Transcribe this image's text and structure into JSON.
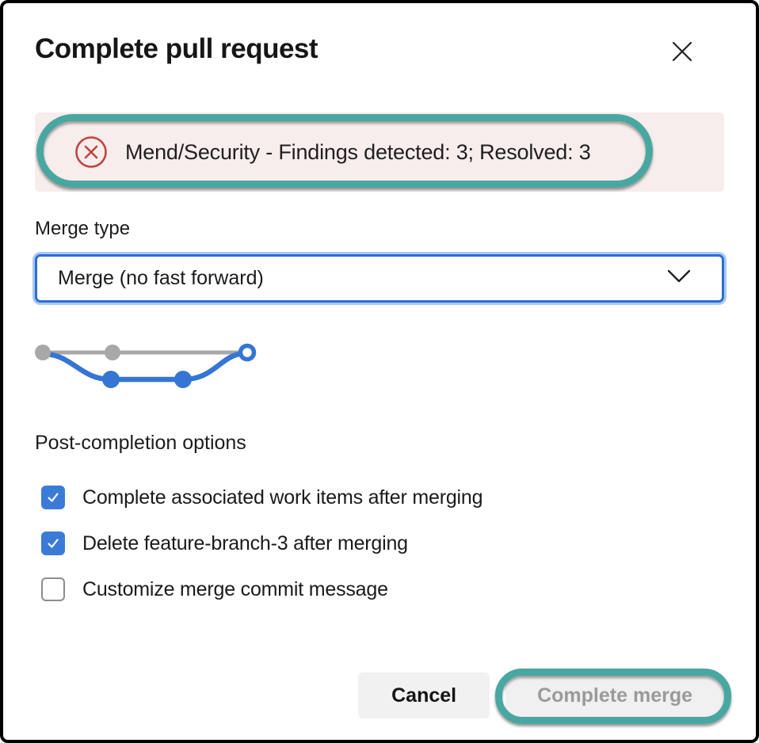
{
  "dialog": {
    "title": "Complete pull request",
    "close_icon": "x-close"
  },
  "alert": {
    "icon": "error-circle-x-icon",
    "message": "Mend/Security - Findings detected: 3; Resolved: 3",
    "background": "#f7edec",
    "icon_color": "#c0443f"
  },
  "merge_type": {
    "label": "Merge type",
    "selected": "Merge (no fast forward)",
    "dropdown_icon": "chevron-down-icon"
  },
  "merge_graph": {
    "description": "git merge no-fast-forward diagram: gray mainline with two gray commits, blue feature branch with two blue commits merging back into an open merge commit",
    "gray": "#a8a8a8",
    "blue": "#3575d3"
  },
  "post_completion": {
    "label": "Post-completion options",
    "options": [
      {
        "label": "Complete associated work items after merging",
        "checked": true
      },
      {
        "label": "Delete feature-branch-3 after merging",
        "checked": true
      },
      {
        "label": "Customize merge commit message",
        "checked": false
      }
    ]
  },
  "footer": {
    "cancel_label": "Cancel",
    "complete_label": "Complete merge",
    "complete_disabled": true
  },
  "annotations": {
    "color": "#48a7a1",
    "targets": [
      "alert-banner",
      "complete-merge-button"
    ]
  }
}
